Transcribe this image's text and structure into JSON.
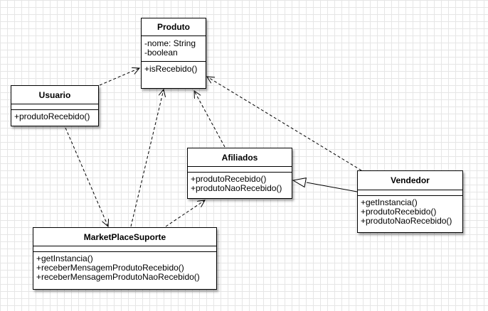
{
  "classes": {
    "produto": {
      "name": "Produto",
      "attributes": [
        "-nome: String",
        "-boolean"
      ],
      "methods": [
        "+isRecebido()"
      ]
    },
    "usuario": {
      "name": "Usuario",
      "attributes": [],
      "methods": [
        "+produtoRecebido()"
      ]
    },
    "afiliados": {
      "name": "Afiliados",
      "attributes": [],
      "methods": [
        "+produtoRecebido()",
        "+produtoNaoRecebido()"
      ]
    },
    "vendedor": {
      "name": "Vendedor",
      "attributes": [],
      "methods": [
        "+getInstancia()",
        "+produtoRecebido()",
        "+produtoNaoRecebido()"
      ]
    },
    "marketplace": {
      "name": "MarketPlaceSuporte",
      "attributes": [],
      "methods": [
        "+getInstancia()",
        "+receberMensagemProdutoRecebido()",
        "+receberMensagemProdutoNaoRecebido()"
      ]
    }
  },
  "relations": [
    {
      "from": "usuario",
      "to": "produto",
      "kind": "dependency"
    },
    {
      "from": "usuario",
      "to": "marketplace",
      "kind": "dependency"
    },
    {
      "from": "marketplace",
      "to": "produto",
      "kind": "dependency"
    },
    {
      "from": "marketplace",
      "to": "afiliados",
      "kind": "dependency"
    },
    {
      "from": "afiliados",
      "to": "produto",
      "kind": "dependency"
    },
    {
      "from": "vendedor",
      "to": "produto",
      "kind": "dependency"
    },
    {
      "from": "vendedor",
      "to": "afiliados",
      "kind": "generalization"
    }
  ]
}
